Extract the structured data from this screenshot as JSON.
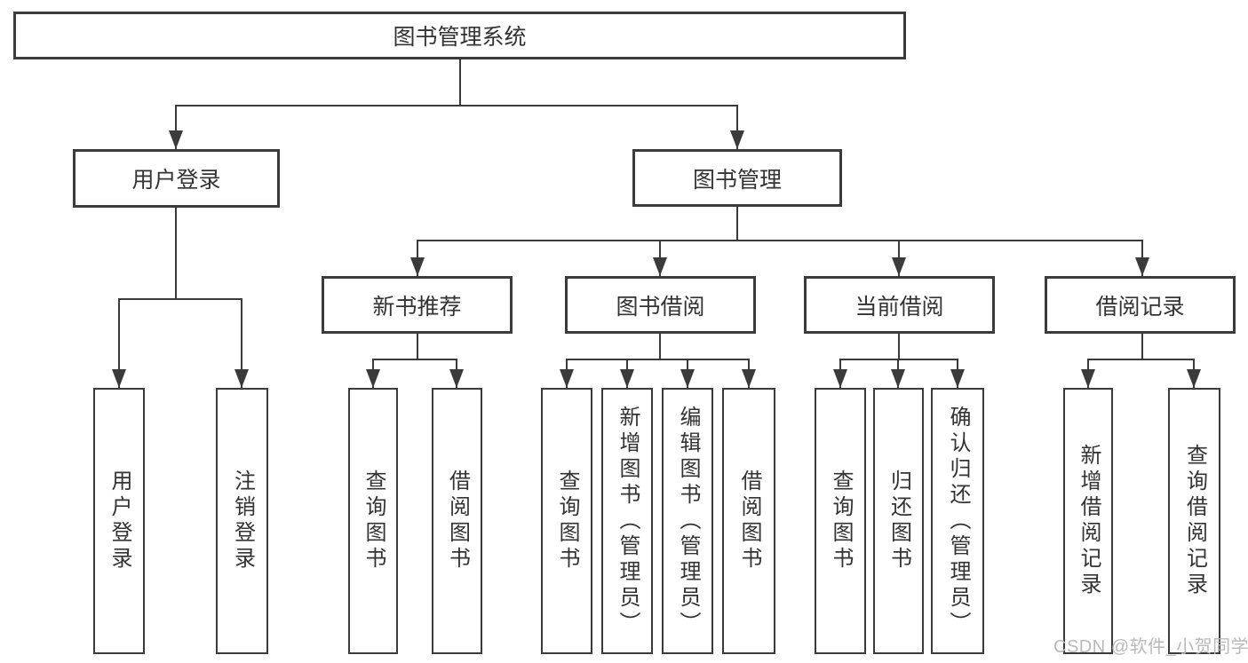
{
  "tree": {
    "root": "图书管理系统",
    "user_login": {
      "label": "用户登录",
      "children": {
        "login": "用户登录",
        "logout": "注销登录"
      }
    },
    "book_management": {
      "label": "图书管理",
      "new_book_recommend": {
        "label": "新书推荐",
        "children": {
          "query_books": "查询图书",
          "borrow_books": "借阅图书"
        }
      },
      "book_borrowing": {
        "label": "图书借阅",
        "children": {
          "query_books": "查询图书",
          "add_books_admin": "新增图书（管理员）",
          "edit_books_admin": "编辑图书（管理员）",
          "borrow_books": "借阅图书"
        }
      },
      "current_borrowing": {
        "label": "当前借阅",
        "children": {
          "query_books": "查询图书",
          "return_books": "归还图书",
          "confirm_return_admin": "确认归还（管理员）"
        }
      },
      "borrowing_records": {
        "label": "借阅记录",
        "children": {
          "add_borrow_record": "新增借阅记录",
          "query_borrow_record": "查询借阅记录"
        }
      }
    }
  },
  "watermark": {
    "text": "CSDN @软件_小贺同学",
    "color": "#b9b9b9"
  },
  "colors": {
    "line": "#3b3b3b",
    "text": "#333333",
    "background": "#ffffff"
  }
}
